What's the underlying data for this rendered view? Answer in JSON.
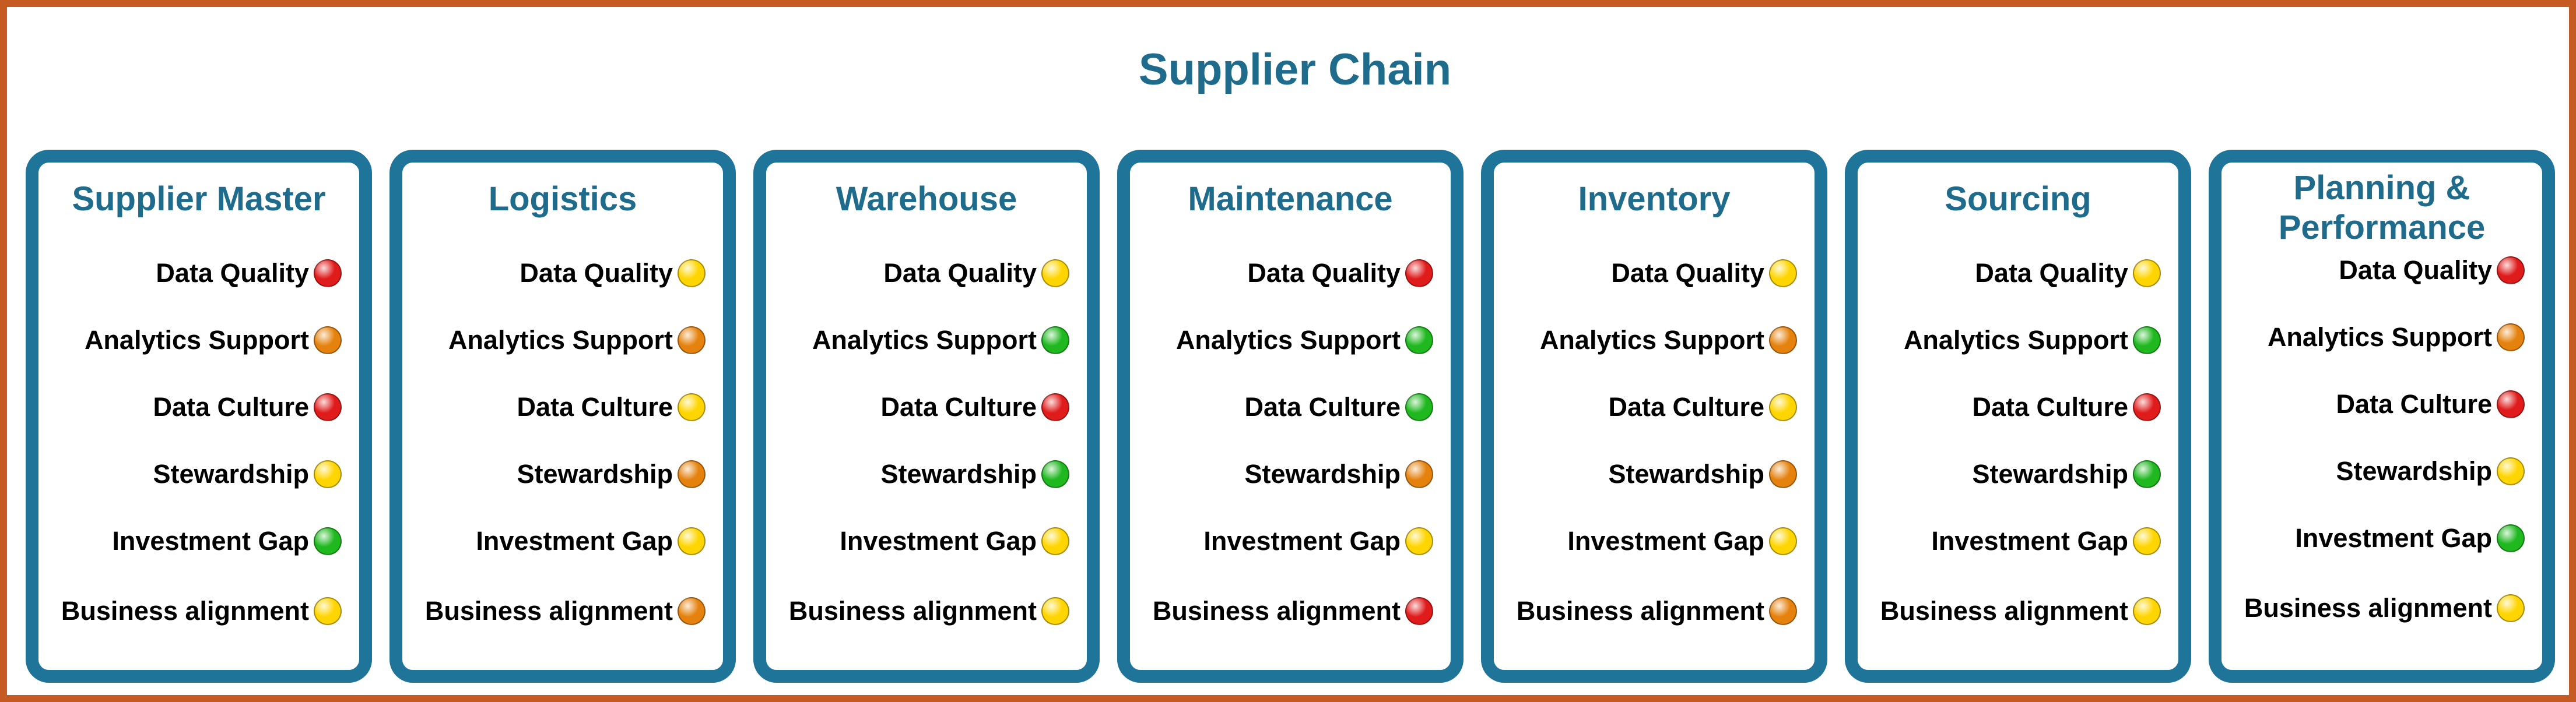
{
  "title": "Supplier Chain",
  "colors": {
    "frame": "#C55A23",
    "panel_border": "#1F7499",
    "heading": "#1F6B8C",
    "red": "#E01B1B",
    "orange": "#E5820E",
    "yellow": "#FFD500",
    "green": "#1FB81F"
  },
  "panels": [
    {
      "title": "Supplier Master",
      "items": [
        {
          "label": "Data Quality",
          "status": "red"
        },
        {
          "label": "Analytics Support",
          "status": "orange"
        },
        {
          "label": "Data Culture",
          "status": "red"
        },
        {
          "label": "Stewardship",
          "status": "yellow"
        },
        {
          "label": "Investment Gap",
          "status": "green"
        },
        {
          "label": "Business alignment",
          "status": "yellow"
        }
      ]
    },
    {
      "title": "Logistics",
      "items": [
        {
          "label": "Data Quality",
          "status": "yellow"
        },
        {
          "label": "Analytics Support",
          "status": "orange"
        },
        {
          "label": "Data Culture",
          "status": "yellow"
        },
        {
          "label": "Stewardship",
          "status": "orange"
        },
        {
          "label": "Investment Gap",
          "status": "yellow"
        },
        {
          "label": "Business alignment",
          "status": "orange"
        }
      ]
    },
    {
      "title": "Warehouse",
      "items": [
        {
          "label": "Data Quality",
          "status": "yellow"
        },
        {
          "label": "Analytics Support",
          "status": "green"
        },
        {
          "label": "Data Culture",
          "status": "red"
        },
        {
          "label": "Stewardship",
          "status": "green"
        },
        {
          "label": "Investment Gap",
          "status": "yellow"
        },
        {
          "label": "Business alignment",
          "status": "yellow"
        }
      ]
    },
    {
      "title": "Maintenance",
      "items": [
        {
          "label": "Data Quality",
          "status": "red"
        },
        {
          "label": "Analytics Support",
          "status": "green"
        },
        {
          "label": "Data Culture",
          "status": "green"
        },
        {
          "label": "Stewardship",
          "status": "orange"
        },
        {
          "label": "Investment Gap",
          "status": "yellow"
        },
        {
          "label": "Business alignment",
          "status": "red"
        }
      ]
    },
    {
      "title": "Inventory",
      "items": [
        {
          "label": "Data Quality",
          "status": "yellow"
        },
        {
          "label": "Analytics Support",
          "status": "orange"
        },
        {
          "label": "Data Culture",
          "status": "yellow"
        },
        {
          "label": "Stewardship",
          "status": "orange"
        },
        {
          "label": "Investment Gap",
          "status": "yellow"
        },
        {
          "label": "Business alignment",
          "status": "orange"
        }
      ]
    },
    {
      "title": "Sourcing",
      "items": [
        {
          "label": "Data Quality",
          "status": "yellow"
        },
        {
          "label": "Analytics Support",
          "status": "green"
        },
        {
          "label": "Data Culture",
          "status": "red"
        },
        {
          "label": "Stewardship",
          "status": "green"
        },
        {
          "label": "Investment Gap",
          "status": "yellow"
        },
        {
          "label": "Business alignment",
          "status": "yellow"
        }
      ]
    },
    {
      "title": "Planning & Performance",
      "items": [
        {
          "label": "Data Quality",
          "status": "red"
        },
        {
          "label": "Analytics Support",
          "status": "orange"
        },
        {
          "label": "Data Culture",
          "status": "red"
        },
        {
          "label": "Stewardship",
          "status": "yellow"
        },
        {
          "label": "Investment Gap",
          "status": "green"
        },
        {
          "label": "Business alignment",
          "status": "yellow"
        }
      ]
    }
  ]
}
